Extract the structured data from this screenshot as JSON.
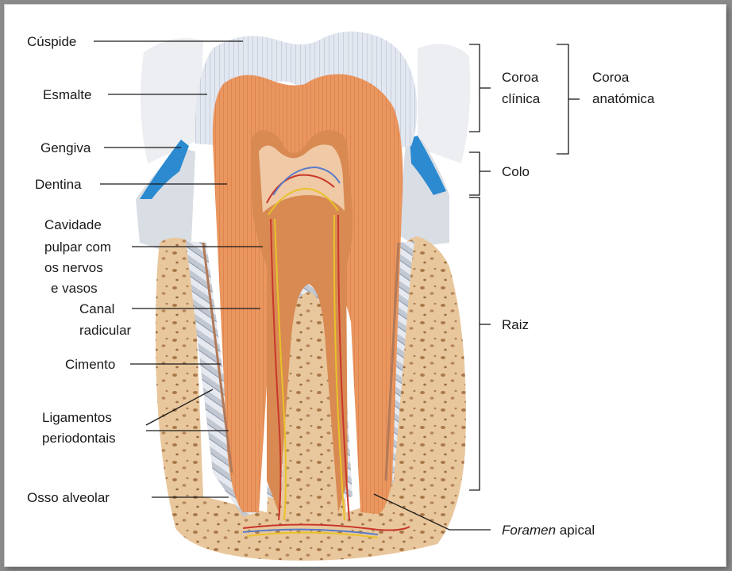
{
  "labels_left": {
    "cuspide": "Cúspide",
    "esmalte": "Esmalte",
    "gengiva": "Gengiva",
    "dentina": "Dentina",
    "cavidade_1": "Cavidade",
    "cavidade_2": "pulpar com",
    "cavidade_3": "os nervos",
    "cavidade_4": "e vasos",
    "canal_1": "Canal",
    "canal_2": "radicular",
    "cimento": "Cimento",
    "ligamentos_1": "Ligamentos",
    "ligamentos_2": "periodontais",
    "osso": "Osso alveolar"
  },
  "labels_right": {
    "coroa_clinica_1": "Coroa",
    "coroa_clinica_2": "clínica",
    "coroa_anatomica_1": "Coroa",
    "coroa_anatomica_2": "anatómica",
    "colo": "Colo",
    "raiz": "Raiz",
    "foramen_italic": "Foramen",
    "foramen_rest": " apical"
  },
  "colors": {
    "enamel": "#dfe4ee",
    "dentin": "#e9935c",
    "dentin_light": "#f3b889",
    "pulp": "#d88a52",
    "pulp_inner": "#f0c9a6",
    "bone": "#e8c69c",
    "bone_dark": "#a9794a",
    "gum": "#2b8ad0",
    "ligament": "#c9cfd8",
    "nerve_yellow": "#e8c22a",
    "nerve_red": "#c8372a",
    "nerve_blue": "#5a7cc8"
  }
}
